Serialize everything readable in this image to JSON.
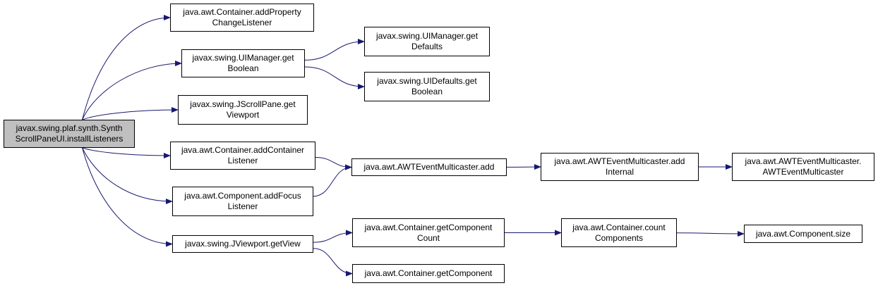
{
  "diagram": {
    "type": "call-graph",
    "edge_color": "#191970",
    "root_fill": "#bfbfbf",
    "nodes": [
      {
        "id": "root",
        "label": "javax.swing.plaf.synth.Synth\nScrollPaneUI.installListeners",
        "root": true
      },
      {
        "id": "n1",
        "label": "java.awt.Container.addProperty\nChangeListener"
      },
      {
        "id": "n2",
        "label": "javax.swing.UIManager.get\nBoolean"
      },
      {
        "id": "n3",
        "label": "javax.swing.JScrollPane.get\nViewport"
      },
      {
        "id": "n4",
        "label": "java.awt.Container.addContainer\nListener"
      },
      {
        "id": "n5",
        "label": "java.awt.Component.addFocus\nListener"
      },
      {
        "id": "n6",
        "label": "javax.swing.JViewport.getView"
      },
      {
        "id": "n7",
        "label": "javax.swing.UIManager.get\nDefaults"
      },
      {
        "id": "n8",
        "label": "javax.swing.UIDefaults.get\nBoolean"
      },
      {
        "id": "n9",
        "label": "java.awt.AWTEventMulticaster.add"
      },
      {
        "id": "n10",
        "label": "java.awt.AWTEventMulticaster.add\nInternal"
      },
      {
        "id": "n11",
        "label": "java.awt.AWTEventMulticaster.\nAWTEventMulticaster"
      },
      {
        "id": "n12",
        "label": "java.awt.Container.getComponent\nCount"
      },
      {
        "id": "n13",
        "label": "java.awt.Container.getComponent"
      },
      {
        "id": "n14",
        "label": "java.awt.Container.count\nComponents"
      },
      {
        "id": "n15",
        "label": "java.awt.Component.size"
      }
    ],
    "edges": [
      [
        "root",
        "n1"
      ],
      [
        "root",
        "n2"
      ],
      [
        "root",
        "n3"
      ],
      [
        "root",
        "n4"
      ],
      [
        "root",
        "n5"
      ],
      [
        "root",
        "n6"
      ],
      [
        "n2",
        "n7"
      ],
      [
        "n2",
        "n8"
      ],
      [
        "n4",
        "n9"
      ],
      [
        "n5",
        "n9"
      ],
      [
        "n9",
        "n10"
      ],
      [
        "n10",
        "n11"
      ],
      [
        "n6",
        "n12"
      ],
      [
        "n6",
        "n13"
      ],
      [
        "n12",
        "n14"
      ],
      [
        "n14",
        "n15"
      ]
    ]
  }
}
